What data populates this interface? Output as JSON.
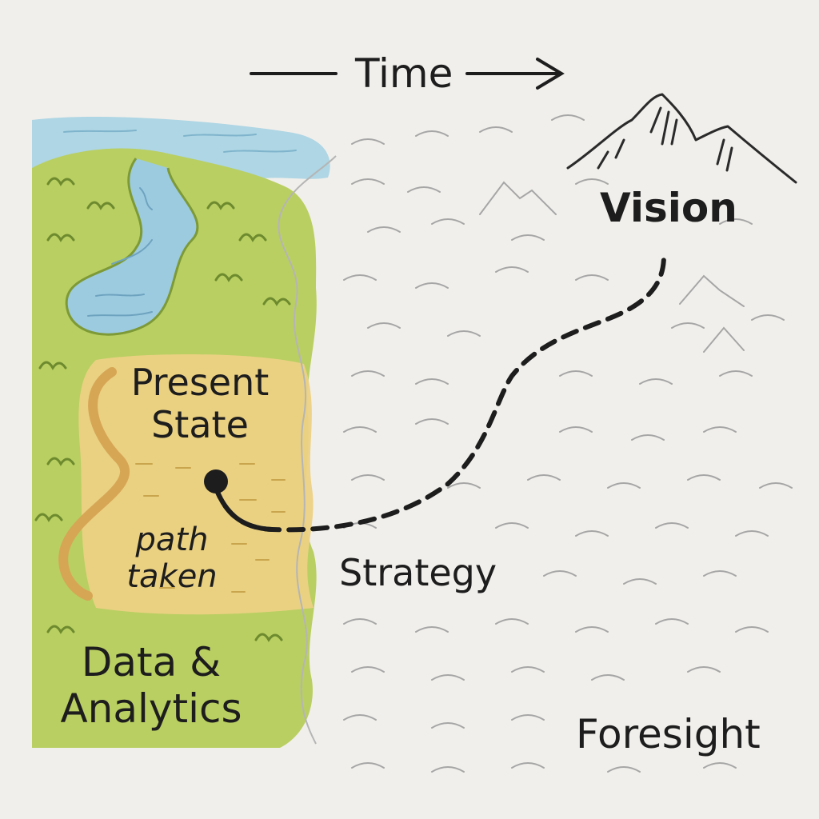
{
  "labels": {
    "time": "Time",
    "vision": "Vision",
    "present_state": "Present State",
    "path_taken": "path taken",
    "strategy": "Strategy",
    "data_analytics": "Data & Analytics",
    "foresight": "Foresight"
  },
  "colors": {
    "background": "#f1efeb",
    "water": "#aed6e4",
    "river": "#9ccbe0",
    "grass": "#b9cf62",
    "grass_dark": "#7d9a37",
    "sand": "#ecd184",
    "sand_path": "#d6a655",
    "ink": "#1d1d1d",
    "sketch": "#9a9a9a"
  }
}
